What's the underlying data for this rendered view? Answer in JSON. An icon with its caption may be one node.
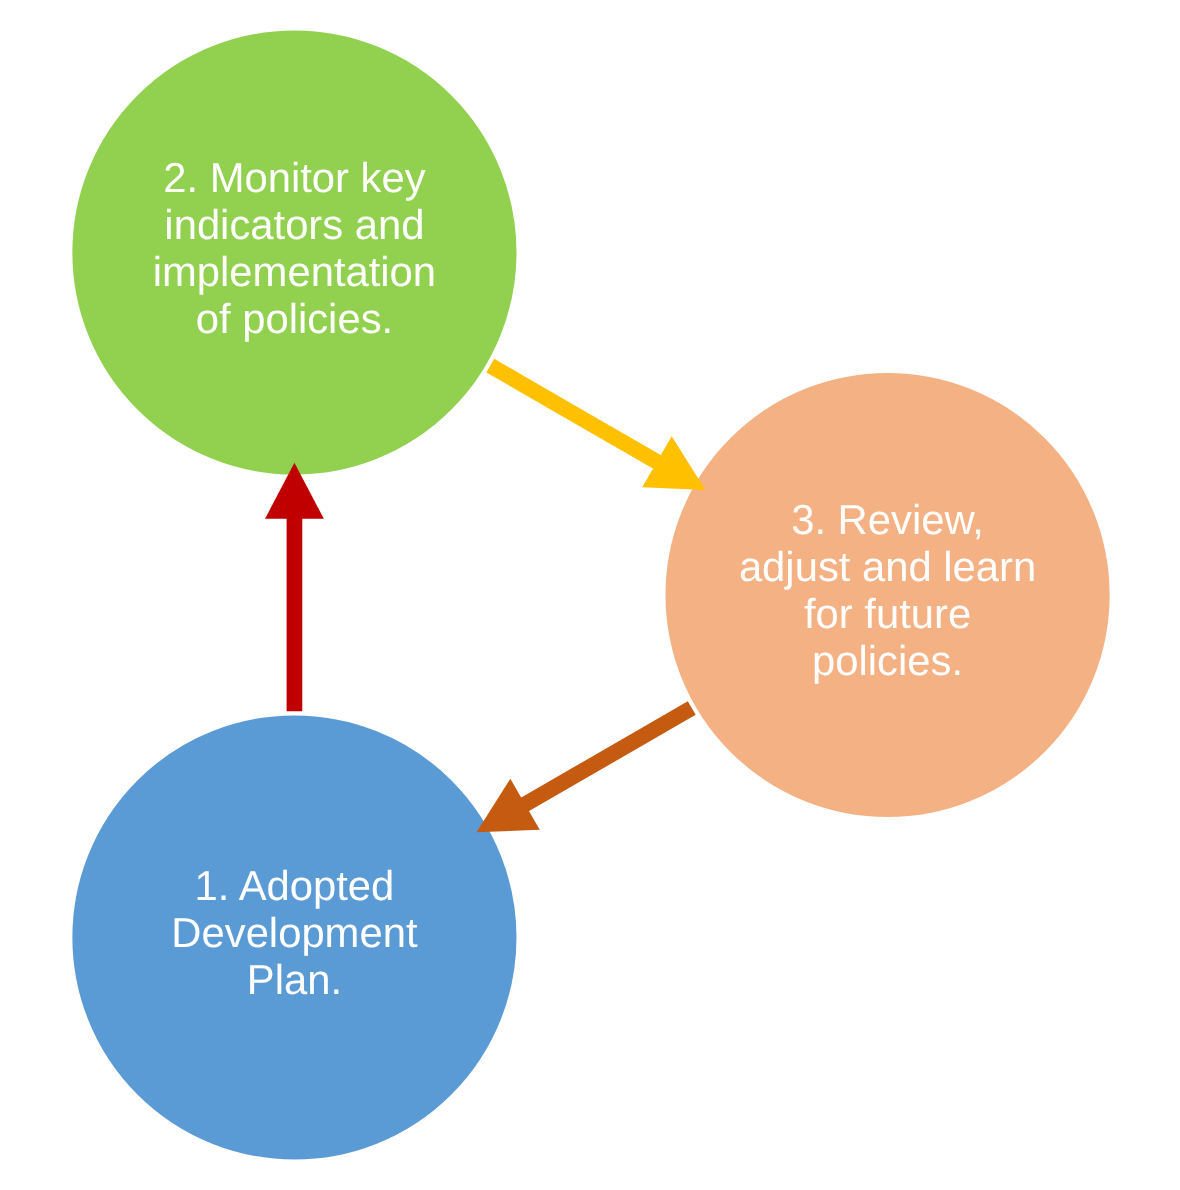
{
  "diagram": {
    "nodes": [
      {
        "text": [
          "1. Adopted Development Plan."
        ]
      },
      {
        "text": [
          "2. Monitor key indicators and implementation of policies."
        ]
      },
      {
        "text": [
          "3. Review, adjust and learn for future policies."
        ]
      }
    ],
    "edges": [
      {
        "from": 0,
        "to": 1,
        "arrow": "to",
        "color": "#c00000"
      },
      {
        "from": 1,
        "to": 2,
        "arrow": "to",
        "color": "#ffc000"
      },
      {
        "from": 2,
        "to": 0,
        "arrow": "to",
        "color": "#c55a11"
      }
    ]
  }
}
